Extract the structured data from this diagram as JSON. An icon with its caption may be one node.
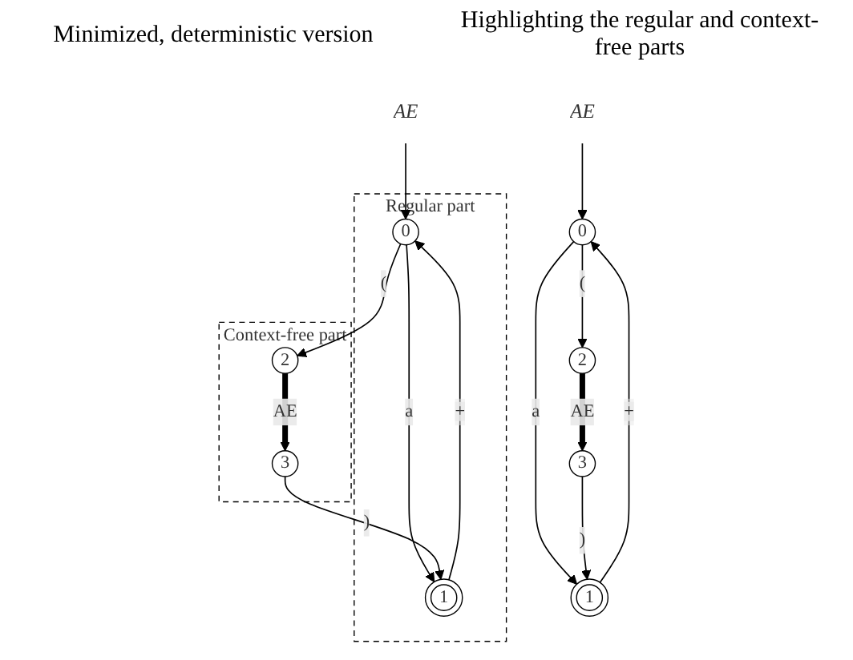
{
  "diagram": {
    "nodes": [
      {
        "text": [
          "AE"
        ]
      },
      {
        "text": [
          "0"
        ]
      },
      {
        "text": [
          "1"
        ]
      },
      {
        "text": [
          "2"
        ]
      },
      {
        "text": [
          "3"
        ]
      },
      {
        "text": [
          "Regular part"
        ]
      },
      {
        "text": [
          "AE"
        ]
      },
      {
        "text": [
          "0"
        ],
        "in": 5
      },
      {
        "text": [
          "1"
        ],
        "in": 5
      },
      {
        "text": [
          "Context-free part"
        ]
      },
      {
        "text": [
          "2"
        ],
        "in": 9
      },
      {
        "text": [
          "3"
        ],
        "in": 9
      }
    ],
    "edges": [
      {
        "from": 0,
        "to": 1,
        "arrow": "to"
      },
      {
        "from": 1,
        "to": 2,
        "arrow": "to",
        "label": "a"
      },
      {
        "from": 2,
        "to": 1,
        "arrow": "to",
        "label": "+"
      },
      {
        "from": 1,
        "to": 3,
        "arrow": "to",
        "label": "("
      },
      {
        "from": 4,
        "to": 2,
        "arrow": "to",
        "label": ")"
      },
      {
        "from": 3,
        "to": 4,
        "arrow": "to",
        "label": "AE",
        "style": "thick"
      },
      {
        "from": 6,
        "to": 7,
        "arrow": "to"
      },
      {
        "from": 7,
        "to": 8,
        "arrow": "to",
        "label": "a"
      },
      {
        "from": 8,
        "to": 7,
        "arrow": "to",
        "label": "+"
      },
      {
        "from": 7,
        "to": 10,
        "arrow": "to",
        "label": "("
      },
      {
        "from": 11,
        "to": 8,
        "arrow": "to",
        "label": ")"
      },
      {
        "from": 10,
        "to": 11,
        "arrow": "to",
        "label": "AE",
        "style": "thick"
      }
    ],
    "labels": [
      "Minimized, deterministic version",
      "Highlighting the regular and context-free parts"
    ]
  }
}
